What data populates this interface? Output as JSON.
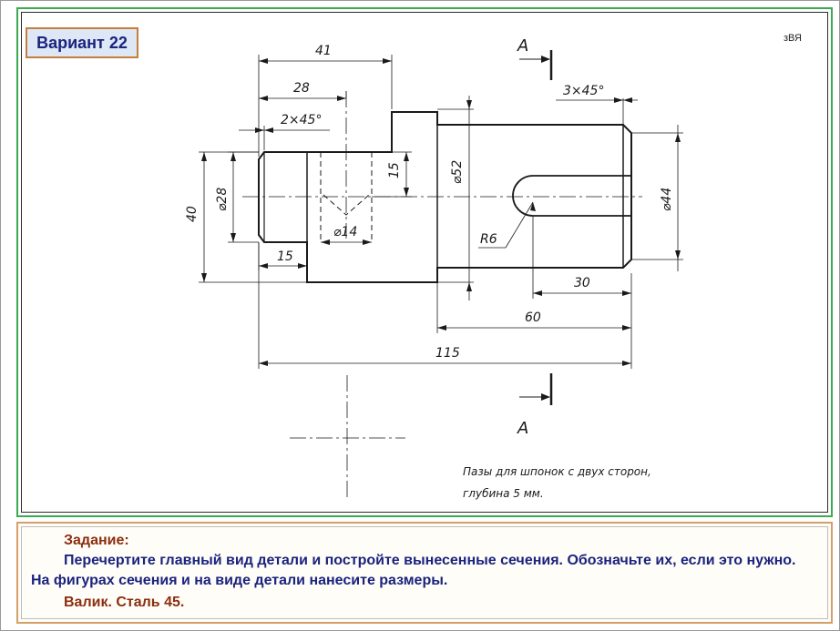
{
  "header": {
    "variant_label": "Вариант 22",
    "author_mark": "зВЯ"
  },
  "drawing": {
    "section_label_top": "A",
    "section_label_bottom": "A",
    "dims": {
      "d41": "41",
      "d28": "28",
      "d2x45": "2×45°",
      "d3x45": "3×45°",
      "d15v": "15",
      "d15h": "15",
      "dphi52": "⌀52",
      "dphi28": "⌀28",
      "d40": "40",
      "dphi14": "⌀14",
      "dr6": "R6",
      "dphi44": "⌀44",
      "d30": "30",
      "d60": "60",
      "d115": "115"
    },
    "note_line1": "Пазы для шпонок с двух сторон,",
    "note_line2": "глубина 5 мм."
  },
  "task": {
    "title": "Задание:",
    "text": "Перечертите главный вид детали и постройте вынесенные сечения. Обозначьте их, если это нужно. На фигурах  сечения и на виде детали нанесите размеры.",
    "part": "Валик. Сталь 45."
  },
  "colors": {
    "panel_border": "#3cab4f",
    "badge_border": "#c97d3c",
    "badge_bg": "#dde7f5",
    "task_title": "#8b2e0f",
    "task_text": "#1a237e"
  }
}
